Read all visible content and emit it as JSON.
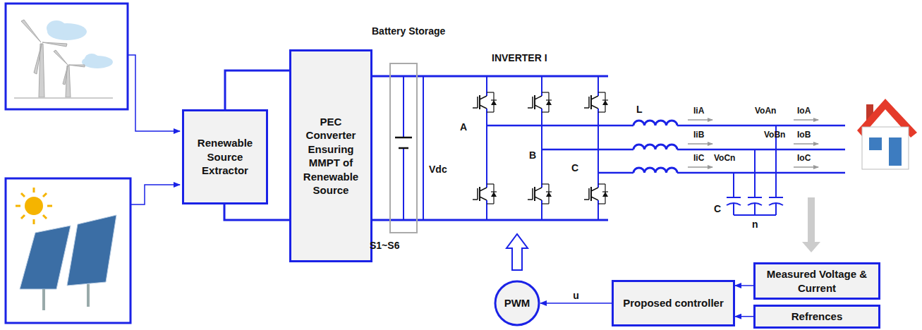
{
  "diagram": {
    "nodes": [
      {
        "text": [
          "Renewable Source Extractor"
        ]
      },
      {
        "text": [
          "PEC Converter Ensuring MMPT of Renewable Source"
        ]
      },
      {
        "text": [
          "PWM"
        ]
      },
      {
        "text": [
          "Proposed controller"
        ]
      },
      {
        "text": [
          "Measured Voltage & Current"
        ]
      },
      {
        "text": [
          "Refrences"
        ]
      }
    ],
    "edges": [
      {
        "from": 0,
        "to": 1,
        "arrow": "none"
      },
      {
        "from": 3,
        "to": 2,
        "label": "u",
        "arrow": "to"
      },
      {
        "from": 4,
        "to": 3,
        "arrow": "to"
      },
      {
        "from": 5,
        "to": 3,
        "arrow": "to"
      }
    ],
    "labels": [
      "Battery Storage",
      "INVERTER I",
      "Vdc",
      "A",
      "B",
      "C",
      "L",
      "IiA",
      "IiB",
      "IiC",
      "VoAn",
      "VoBn",
      "VoCn",
      "IoA",
      "IoB",
      "IoC",
      "C",
      "n",
      "S1~S6"
    ]
  }
}
